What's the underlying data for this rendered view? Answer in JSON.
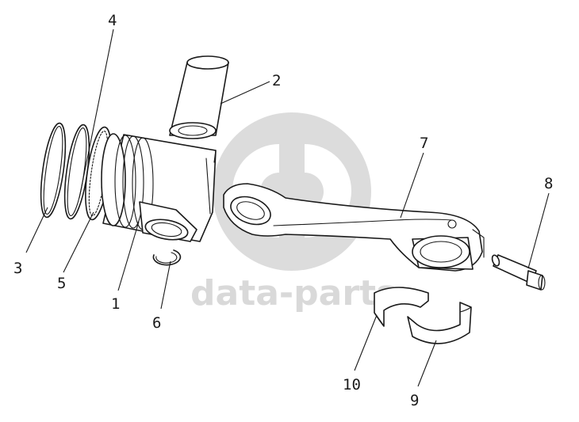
{
  "watermark": {
    "text": "data-parts",
    "color": "#d9d9d9"
  },
  "parts": [
    {
      "id": "piston",
      "label": "1"
    },
    {
      "id": "piston-pin",
      "label": "2"
    },
    {
      "id": "compression-ring-top",
      "label": "3"
    },
    {
      "id": "compression-ring-second",
      "label": "4"
    },
    {
      "id": "oil-control-ring",
      "label": "5"
    },
    {
      "id": "snap-ring",
      "label": "6"
    },
    {
      "id": "connecting-rod",
      "label": "7"
    },
    {
      "id": "rod-bolt",
      "label": "8"
    },
    {
      "id": "bearing-shell-lower",
      "label": "9"
    },
    {
      "id": "bearing-shell-upper",
      "label": "10"
    }
  ],
  "line_color": "#1a1a1a"
}
